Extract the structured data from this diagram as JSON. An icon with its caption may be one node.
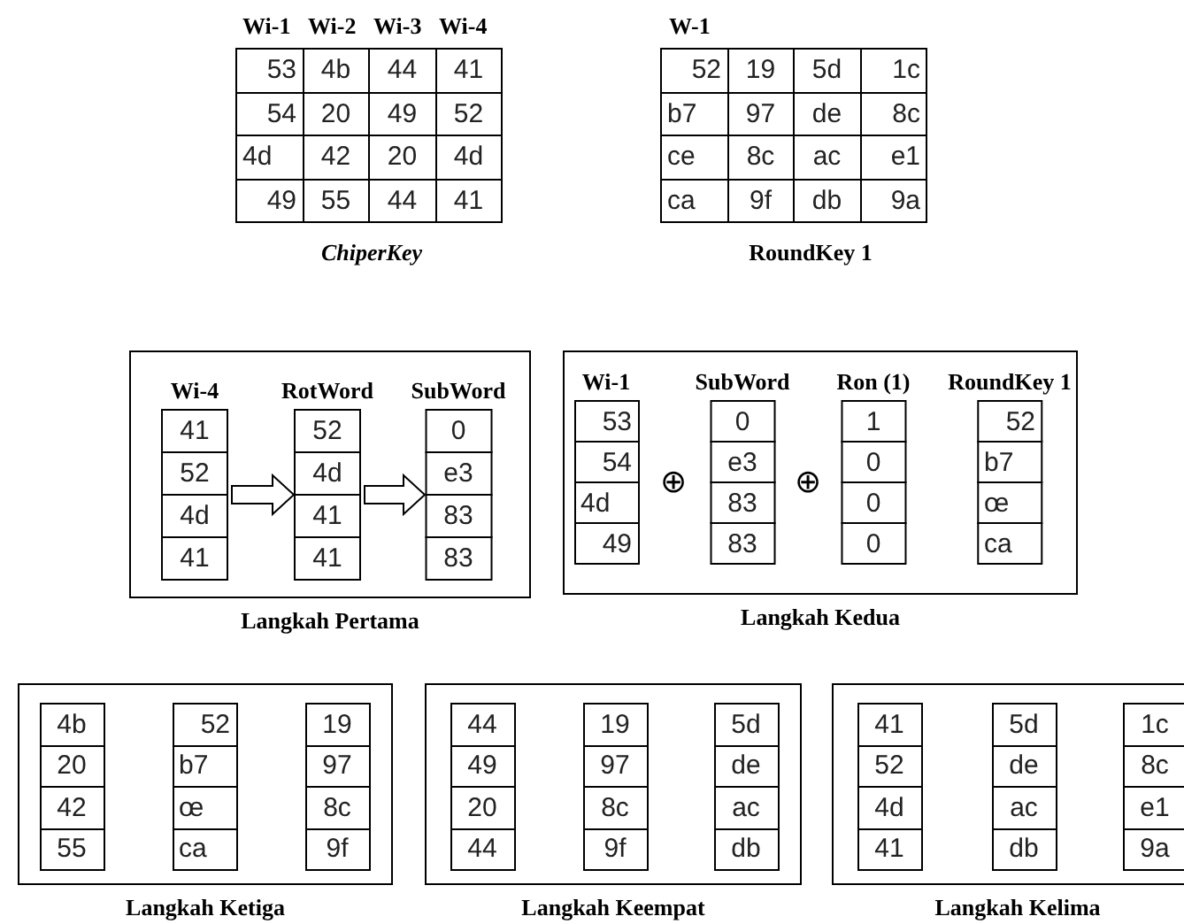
{
  "diagram": {
    "nodes": [
      {
        "text": [
          "Langkah Pertama"
        ]
      },
      {
        "text": [
          "Wi-4",
          "41",
          "52",
          "4d",
          "41"
        ],
        "in": 0
      },
      {
        "text": [
          "RotWord",
          "52",
          "4d",
          "41",
          "41"
        ],
        "in": 0
      },
      {
        "text": [
          "SubWord",
          "0",
          "e3",
          "83",
          "83"
        ],
        "in": 0
      },
      {
        "text": [
          "Langkah Kedua"
        ]
      },
      {
        "text": [
          "Wi-1",
          "53",
          "54",
          "4d",
          "49"
        ],
        "in": 4
      },
      {
        "text": [
          "SubWord",
          "0",
          "e3",
          "83",
          "83"
        ],
        "in": 4
      },
      {
        "text": [
          "Ron (1)",
          "1",
          "0",
          "0",
          "0"
        ],
        "in": 4
      },
      {
        "text": [
          "RoundKey 1",
          "52",
          "b7",
          "œ",
          "ca"
        ],
        "in": 4
      },
      {
        "text": [
          "Langkah Ketiga"
        ]
      },
      {
        "text": [
          "4b",
          "20",
          "42",
          "55"
        ],
        "in": 9
      },
      {
        "text": [
          "52",
          "b7",
          "œ",
          "ca"
        ],
        "in": 9
      },
      {
        "text": [
          "19",
          "97",
          "8c",
          "9f"
        ],
        "in": 9
      },
      {
        "text": [
          "Langkah Keempat"
        ]
      },
      {
        "text": [
          "44",
          "49",
          "20",
          "44"
        ],
        "in": 13
      },
      {
        "text": [
          "19",
          "97",
          "8c",
          "9f"
        ],
        "in": 13
      },
      {
        "text": [
          "5d",
          "de",
          "ac",
          "db"
        ],
        "in": 13
      },
      {
        "text": [
          "Langkah Kelima"
        ]
      },
      {
        "text": [
          "41",
          "52",
          "4d",
          "41"
        ],
        "in": 17
      },
      {
        "text": [
          "5d",
          "de",
          "ac",
          "db"
        ],
        "in": 17
      },
      {
        "text": [
          "1c",
          "8c",
          "e1",
          "9a"
        ],
        "in": 17
      }
    ],
    "edges": [
      {
        "from": 1,
        "to": 2,
        "arrow": "to"
      },
      {
        "from": 2,
        "to": 3,
        "arrow": "to"
      }
    ],
    "labels": [
      "Wi-1",
      "Wi-2",
      "Wi-3",
      "Wi-4",
      "53",
      "4b",
      "44",
      "41",
      "54",
      "20",
      "49",
      "52",
      "4d",
      "42",
      "20",
      "4d",
      "49",
      "55",
      "44",
      "41",
      "ChiperKey",
      "W-1",
      "52",
      "19",
      "5d",
      "1c",
      "b7",
      "97",
      "de",
      "8c",
      "ce",
      "8c",
      "ac",
      "e1",
      "ca",
      "9f",
      "db",
      "9a",
      "RoundKey 1",
      "⊕",
      "⊕"
    ]
  }
}
